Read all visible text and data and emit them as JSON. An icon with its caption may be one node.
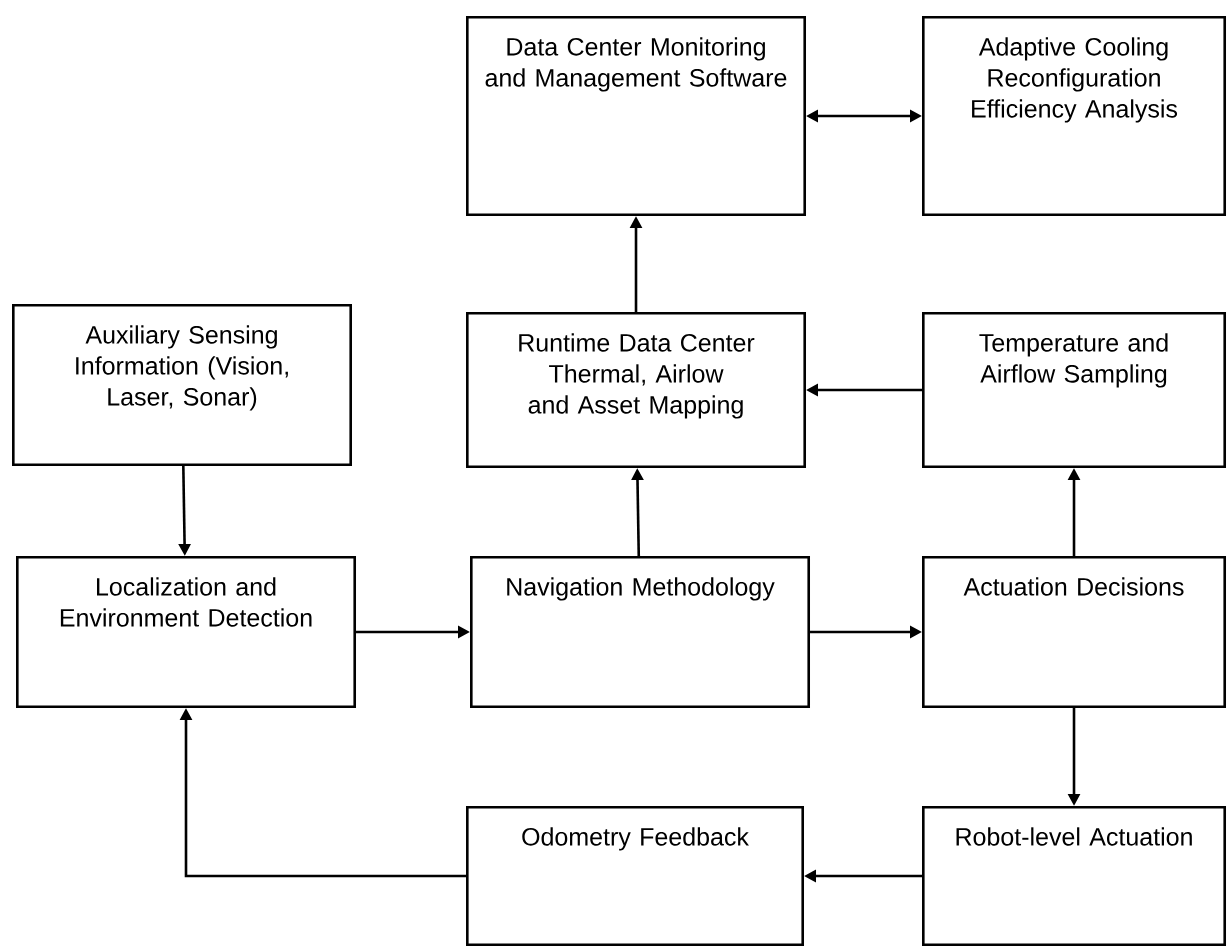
{
  "diagram": {
    "nodes": [
      {
        "text": [
          "Data Center Monitoring and Management Software"
        ]
      },
      {
        "text": [
          "Adaptive Cooling Reconfiguration Efficiency Analysis"
        ]
      },
      {
        "text": [
          "Auxiliary Sensing Information (Vision, Laser, Sonar)"
        ]
      },
      {
        "text": [
          "Runtime Data Center Thermal, Airlow and Asset Mapping"
        ]
      },
      {
        "text": [
          "Temperature and Airflow Sampling"
        ]
      },
      {
        "text": [
          "Localization and Environment Detection"
        ]
      },
      {
        "text": [
          "Navigation Methodology"
        ]
      },
      {
        "text": [
          "Actuation Decisions"
        ]
      },
      {
        "text": [
          "Odometry Feedback"
        ]
      },
      {
        "text": [
          "Robot-level Actuation"
        ]
      }
    ],
    "edges": [
      {
        "from": 0,
        "to": 1,
        "arrow": "both"
      },
      {
        "from": 3,
        "to": 0,
        "arrow": "to"
      },
      {
        "from": 4,
        "to": 3,
        "arrow": "to"
      },
      {
        "from": 2,
        "to": 5,
        "arrow": "to"
      },
      {
        "from": 6,
        "to": 3,
        "arrow": "to"
      },
      {
        "from": 7,
        "to": 4,
        "arrow": "to"
      },
      {
        "from": 5,
        "to": 6,
        "arrow": "to"
      },
      {
        "from": 6,
        "to": 7,
        "arrow": "to"
      },
      {
        "from": 7,
        "to": 9,
        "arrow": "to"
      },
      {
        "from": 9,
        "to": 8,
        "arrow": "to"
      },
      {
        "from": 8,
        "to": 5,
        "arrow": "to"
      }
    ]
  }
}
